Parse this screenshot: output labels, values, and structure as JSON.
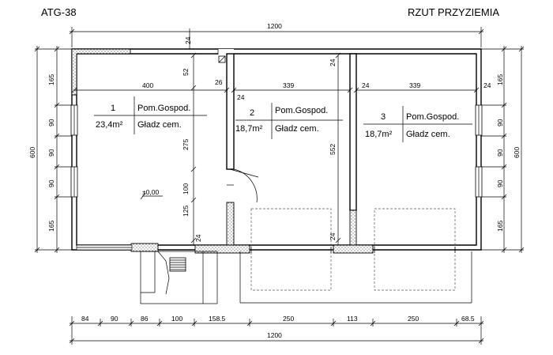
{
  "header": {
    "code": "ATG-38",
    "title": "RZUT PRZYZIEMIA"
  },
  "dims": {
    "overall_top": "1200",
    "overall_bottom": "1200",
    "top_small": "24",
    "bottom_chain": [
      "84",
      "90",
      "86",
      "100",
      "158.5",
      "250",
      "113",
      "250",
      "68.5"
    ],
    "left_chain": [
      "165",
      "90",
      "90",
      "90",
      "165"
    ],
    "left_total": "600",
    "right_chain": [
      "165",
      "90",
      "90",
      "90",
      "165"
    ],
    "right_total": "600",
    "room1_width": "400",
    "room2_width": "339",
    "room3_width": "339",
    "wall_a": "24",
    "wall_b": "24",
    "wall_c": "24",
    "wall_d": "24",
    "wall_e": "24",
    "wall_f": "24",
    "v52": "52",
    "v26": "26",
    "v275": "275",
    "v100": "100",
    "v125": "125",
    "v552": "552",
    "level": "±0,00"
  },
  "rooms": [
    {
      "num": "1",
      "name": "Pom.Gospod.",
      "area": "23,4m²",
      "floor": "Gładz cem."
    },
    {
      "num": "2",
      "name": "Pom.Gospod.",
      "area": "18,7m²",
      "floor": "Gładz cem."
    },
    {
      "num": "3",
      "name": "Pom.Gospod.",
      "area": "18,7m²",
      "floor": "Gładz cem."
    }
  ]
}
